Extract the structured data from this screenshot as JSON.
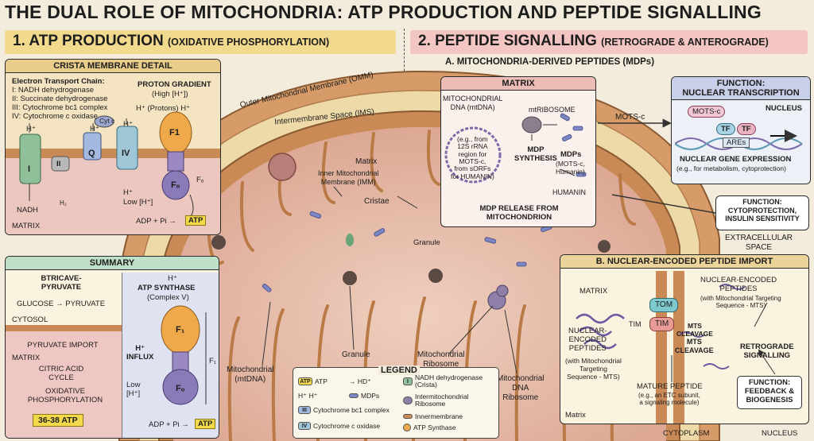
{
  "title": "THE DUAL ROLE OF MITOCHONDRIA: ATP PRODUCTION AND PEPTIDE SIGNALLING",
  "section1": {
    "title": "1. ATP PRODUCTION",
    "subtitle": "(OXIDATIVE PHOSPHORYLATION)"
  },
  "section2": {
    "title": "2. PEPTIDE SIGNALLING",
    "subtitle": "(RETROGRADE & ANTEROGRADE)"
  },
  "crista": {
    "heading": "CRISTA MEMBRANE DETAIL",
    "etc_title": "Electron Transport Chain:",
    "etc_items": [
      "I: NADH dehydrogenase",
      "II: Succinate dehydrogenase",
      "III: Cytochrome bc1 complex",
      "IV: Cytochrome c oxidase"
    ],
    "gradient_title": "PROTON GRADIENT",
    "gradient_sub": "(High [H⁺])",
    "h_protons": "H⁺ (Protons) H⁺",
    "h": "H⁺",
    "cyt_c": "Cyt c",
    "complex_i": "I",
    "complex_ii": "II",
    "complex_q": "Q",
    "complex_iv": "IV",
    "f1": "F1",
    "fo": "Fₒ",
    "fo_side": "Fₒ",
    "nadh": "NADH",
    "h2": "H₂",
    "low_h": "Low [H⁺]",
    "adp": "ADP + Pi →",
    "atp": "ATP",
    "matrix": "MATRIX"
  },
  "summary": {
    "heading": "SUMMARY",
    "glyco_title": "BTRICAVE-\nPYRUVATE",
    "glucose": "GLUCOSE → PYRUVATE",
    "cytosol": "CYTOSOL",
    "pyruvate_import": "PYRUVATE IMPORT",
    "matrix": "MATRIX",
    "cac": "CITRIC ACID\nCYCLE",
    "oxphos": "OXIDATIVE\nPHOSPHORYLATION",
    "atp_yield": "36-38 ATP",
    "h": "H⁺",
    "synthase": "ATP SYNTHASE",
    "complex_v": "(Complex V)",
    "influx": "H⁺\nINFLUX",
    "f1": "F₁",
    "fo": "Fₒ",
    "f1_side": "F₁",
    "low_h": "Low\n[H⁺]",
    "adp": "ADP + Pi →",
    "atp": "ATP"
  },
  "mito": {
    "omm": "Outer Mitochondrial Membrane (OMM)",
    "ims": "Intermembrane Space (IMS)",
    "imm": "Inner Mitochondrial\nMembrane (IMM)",
    "matrix": "Matrix",
    "cristae": "Cristae",
    "granule1": "Granule",
    "granule2": "Granule",
    "mtdna": "Mitochondrial\n(mtDNA)",
    "ribosome": "Mitochondrial\nRibosome",
    "dna_ribosome": "Mitochondrial\nDNA\nRibosome"
  },
  "mdp": {
    "section": "A. MITOCHONDRIA-DERIVED PEPTIDES (MDPs)",
    "heading": "MATRIX",
    "mtdna": "MITOCHONDRIAL\nDNA (mtDNA)",
    "mtribosome": "mtRIBOSOME",
    "source": "(e.g., from\n12S rRNA\nregion for\nMOTS-c,\nfrom sORFs\nfor HUMANIN)",
    "synthesis": "MDP\nSYNTHESIS",
    "mdps": "MDPs",
    "mdps_sub": "(MOTS-c,\nHumanin)",
    "humanin": "HUMANIN",
    "release": "MDP RELEASE FROM\nMITOCHONDRION",
    "motsc_arrow": "MOTS-c"
  },
  "nuclear": {
    "heading": "FUNCTION:\nNUCLEAR TRANSCRIPTION",
    "motsc": "MOTS-c",
    "nucleus": "NUCLEUS",
    "tf1": "TF",
    "tf2": "TF",
    "ares": "AREs",
    "expr": "NUCLEAR GENE EXPRESSION",
    "expr_sub": "(e.g., for metabolism, cytoprotection)"
  },
  "cyto": {
    "text": "FUNCTION:\nCYTOPROTECTION,\nINSULIN SENSITIVITY"
  },
  "extracellular": "EXTRACELLULAR\nSPACE",
  "import": {
    "heading": "B. NUCLEAR-ENCODED PEPTIDE IMPORT",
    "matrix": "MATRIX",
    "tom": "TOM",
    "tim": "TIM",
    "tim_label": "TIM",
    "peptides_title": "NUCLEAR-ENCODED\nPEPTIDES",
    "peptides_sub": "(with Mitochondrial Targeting\nSequence - MTS)",
    "left_title": "NUCLEAR-\nENCODED\nPEPTIDES",
    "left_sub": "(with Mitochondrial\nTargeting\nSequence - MTS)",
    "mts1": "MTS\nCLEAVAGE",
    "mts2": "MTS\nCLEAVAGE",
    "retro": "RETROGRADE\nSIGNALLING",
    "mature": "MATURE PEPTIDE",
    "mature_sub": "(e.g., an ETC subunit,\na signaling molecule)",
    "feedback": "FUNCTION:\nFEEDBACK &\nBIOGENESIS",
    "matrix_bottom": "Matrix"
  },
  "cytoplasm": "CYTOPLASM",
  "nucleus_bottom": "NUCLEUS",
  "legend": {
    "title": "LEGEND",
    "atp_tag": "ATP",
    "atp": "ATP",
    "hd": "→ HD⁺",
    "h_tag": "H⁺",
    "h": "H⁺",
    "mdps": "MDPs",
    "iii_tag": "III",
    "iii": "Cytochrome bc1 complex",
    "iv_tag": "IV",
    "iv": "Cytochrome c oxidase",
    "i_tag": "I",
    "nadh": "NADH dehydrogenase\n(Crista)",
    "ribo": "Intermitochondrial\nRibosome",
    "inner": "Innermembrane",
    "synth": "ATP Synthase"
  },
  "colors": {
    "section1": "#f1d98e",
    "section2": "#f3c6c3",
    "matrix": "#e9c3b0",
    "membrane": "#c98a56",
    "outer": "#d99c69"
  }
}
